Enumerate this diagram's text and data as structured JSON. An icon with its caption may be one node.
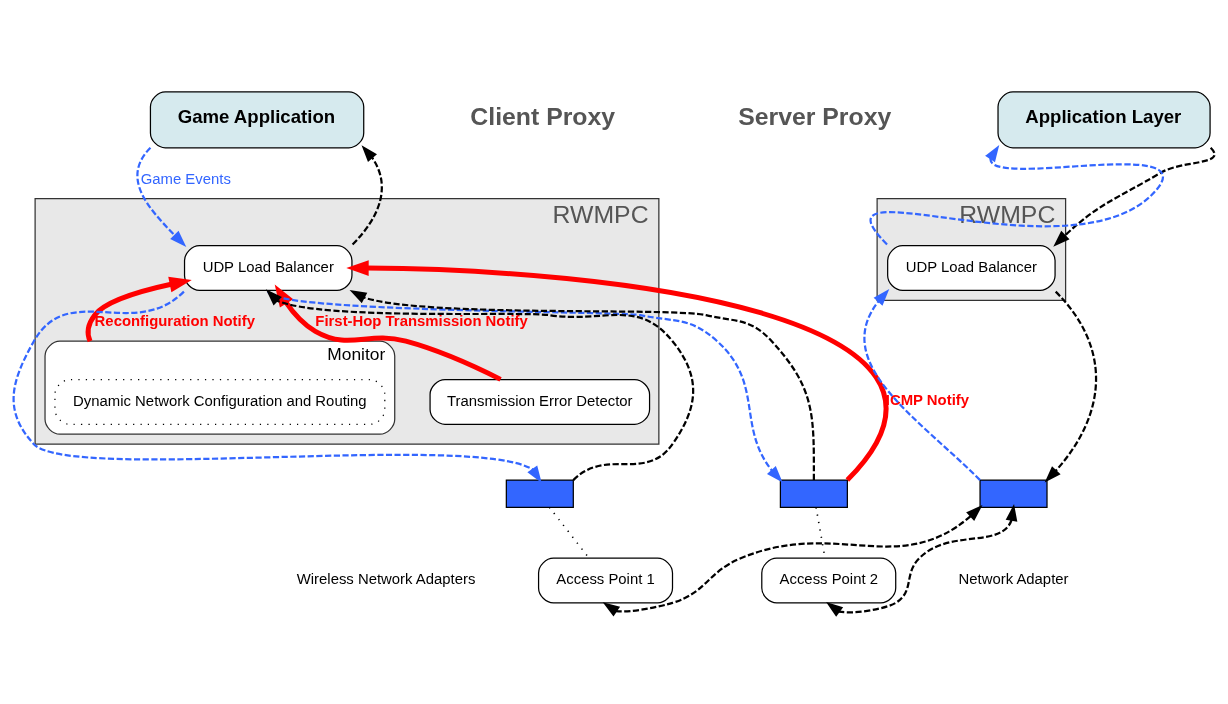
{
  "diagram": {
    "nodes": [
      {
        "text": [
          "Game Application"
        ]
      },
      {
        "text": [
          "RWMPC"
        ]
      },
      {
        "text": [
          "UDP Load Balancer"
        ],
        "in": 1
      },
      {
        "text": [
          "Transmission Error Detector"
        ],
        "in": 1
      },
      {
        "text": [
          "Monitor"
        ],
        "in": 1
      },
      {
        "text": [
          "Dynamic Network Configuration and Routing"
        ],
        "in": 4
      },
      {
        "text": [],
        "shape": "bar"
      },
      {
        "text": [],
        "shape": "bar"
      },
      {
        "text": [
          "Access Point 1"
        ]
      },
      {
        "text": [
          "Access Point 2"
        ]
      },
      {
        "text": [
          "Application Layer"
        ]
      },
      {
        "text": [
          "RWMPC"
        ]
      },
      {
        "text": [
          "UDP Load Balancer"
        ],
        "in": 11
      },
      {
        "text": [],
        "shape": "bar"
      }
    ],
    "edges": [
      {
        "from": 0,
        "to": 2,
        "arrow": "to",
        "style": "dashed",
        "color": "#3366ff",
        "label": "Game Events"
      },
      {
        "from": 2,
        "to": 0,
        "arrow": "to",
        "style": "dashed"
      },
      {
        "from": 4,
        "to": 2,
        "arrow": "to",
        "style": "thick",
        "color": "#ff0000",
        "label": "Reconfiguration Notify"
      },
      {
        "from": 3,
        "to": 2,
        "arrow": "to",
        "style": "thick",
        "color": "#ff0000",
        "label": "First-Hop Transmission Notify"
      },
      {
        "from": 2,
        "to": 6,
        "arrow": "to",
        "style": "dashed",
        "color": "#3366ff"
      },
      {
        "from": 2,
        "to": 7,
        "arrow": "to",
        "style": "dashed",
        "color": "#3366ff"
      },
      {
        "from": 6,
        "to": 2,
        "arrow": "to",
        "style": "dashed"
      },
      {
        "from": 7,
        "to": 2,
        "arrow": "to",
        "style": "dashed"
      },
      {
        "from": 7,
        "to": 2,
        "arrow": "to",
        "style": "thick",
        "color": "#ff0000",
        "label": "ICMP Notify"
      },
      {
        "from": 6,
        "to": 8,
        "arrow": "none",
        "style": "dashed"
      },
      {
        "from": 7,
        "to": 9,
        "arrow": "none",
        "style": "dashed"
      },
      {
        "from": 12,
        "to": 10,
        "arrow": "to",
        "style": "dashed",
        "color": "#3366ff"
      },
      {
        "from": 10,
        "to": 12,
        "arrow": "to",
        "style": "dashed"
      },
      {
        "from": 13,
        "to": 12,
        "arrow": "to",
        "style": "dashed",
        "color": "#3366ff"
      },
      {
        "from": 12,
        "to": 13,
        "arrow": "to",
        "style": "dashed"
      },
      {
        "from": 8,
        "to": 13,
        "arrow": "both",
        "style": "dashed"
      },
      {
        "from": 9,
        "to": 13,
        "arrow": "both",
        "style": "dashed"
      }
    ],
    "labels": [
      "Client Proxy",
      "Server Proxy",
      "Wireless Network Adapters",
      "Network Adapter"
    ]
  }
}
